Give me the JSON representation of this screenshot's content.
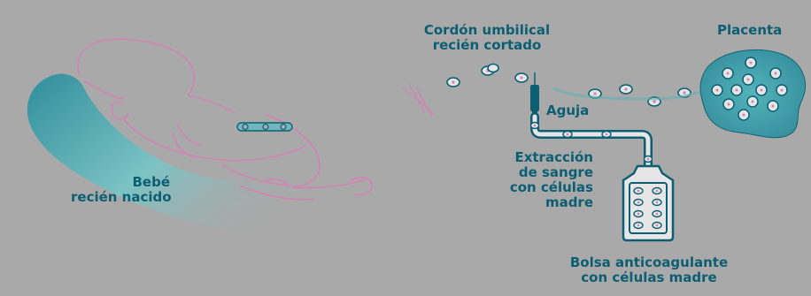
{
  "labels": {
    "cordon": [
      "Cordón umbilical",
      "recién cortado"
    ],
    "placenta": "Placenta",
    "aguja": "Aguja",
    "bebe": [
      "Bebé",
      "recién nacido"
    ],
    "extraccion": [
      "Extracción",
      "de sangre",
      "con células",
      "madre"
    ],
    "bolsa": [
      "Bolsa anticoagulante",
      "con células madre"
    ]
  },
  "colors": {
    "background": "#a9a9a9",
    "teal": "#0c5f73",
    "pink_outline": "#d183b6",
    "cell_dot": "#d183b6",
    "blanket": "#3aa0a8"
  }
}
